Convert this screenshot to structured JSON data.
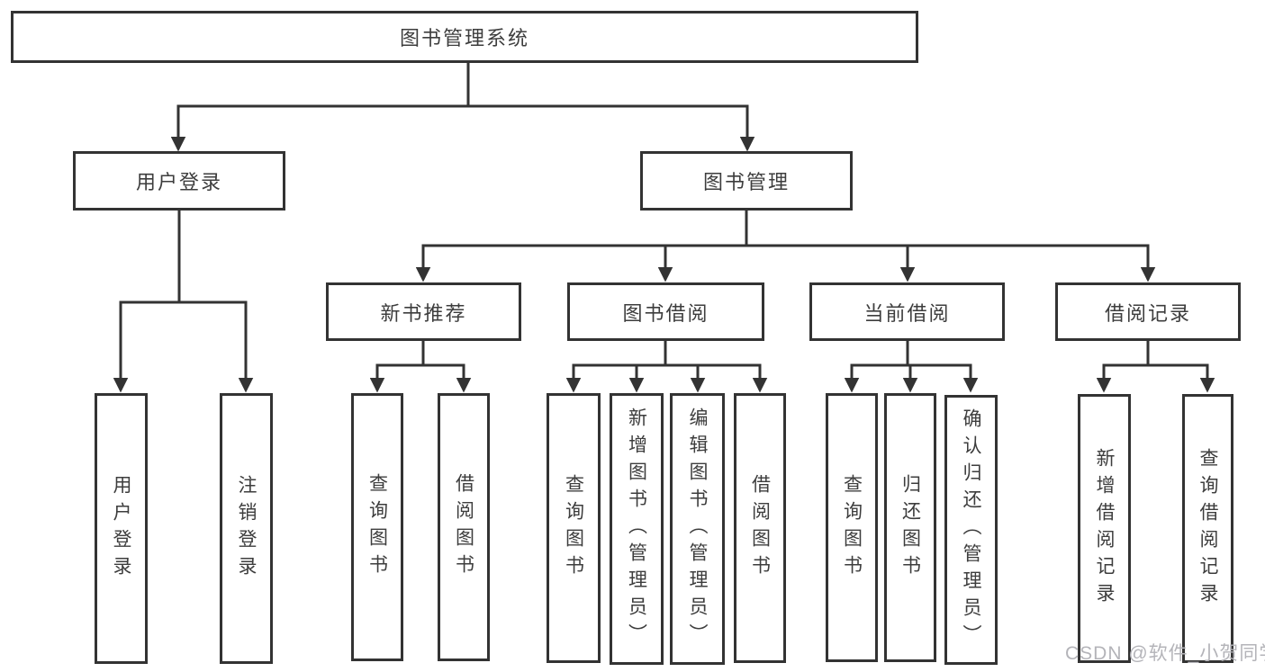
{
  "tree": {
    "label": "图书管理系统",
    "children": [
      {
        "label": "用户登录",
        "children": [
          {
            "label": "用户登录"
          },
          {
            "label": "注销登录"
          }
        ]
      },
      {
        "label": "图书管理",
        "children": [
          {
            "label": "新书推荐",
            "children": [
              {
                "label": "查询图书"
              },
              {
                "label": "借阅图书"
              }
            ]
          },
          {
            "label": "图书借阅",
            "children": [
              {
                "label": "查询图书"
              },
              {
                "label": "新增图书（管理员）"
              },
              {
                "label": "编辑图书（管理员）"
              },
              {
                "label": "借阅图书"
              }
            ]
          },
          {
            "label": "当前借阅",
            "children": [
              {
                "label": "查询图书"
              },
              {
                "label": "归还图书"
              },
              {
                "label": "确认归还（管理员）"
              }
            ]
          },
          {
            "label": "借阅记录",
            "children": [
              {
                "label": "新增借阅记录"
              },
              {
                "label": "查询借阅记录"
              }
            ]
          }
        ]
      }
    ]
  },
  "watermark": "CSDN @软件_小贺同学",
  "colors": {
    "line": "#333333",
    "text": "#3d3d3d",
    "watermark": "#b4b4b9",
    "background": "#ffffff"
  }
}
